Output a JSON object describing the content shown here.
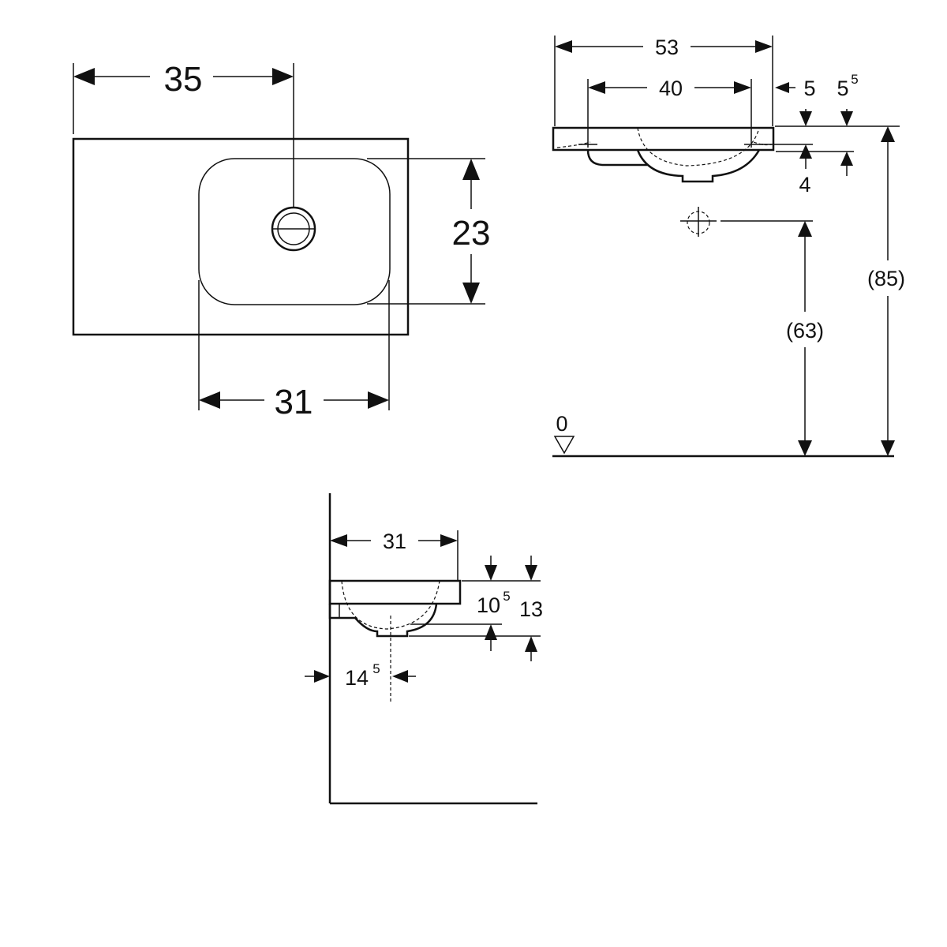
{
  "top_view": {
    "width_total": "35",
    "basin_depth": "23",
    "basin_width": "31"
  },
  "front_view": {
    "width_total": "53",
    "tap_hole_spacing": "40",
    "offset_right": "5",
    "offset_right_2": "5",
    "offset_right_2_sup": "5",
    "slab_thickness": "4",
    "drain_height": "(63)",
    "rim_height": "(85)",
    "floor_level": "0"
  },
  "side_view": {
    "projection": "31",
    "depth_a": "10",
    "depth_a_sup": "5",
    "depth_b": "13",
    "drain_offset": "14",
    "drain_offset_sup": "5"
  }
}
